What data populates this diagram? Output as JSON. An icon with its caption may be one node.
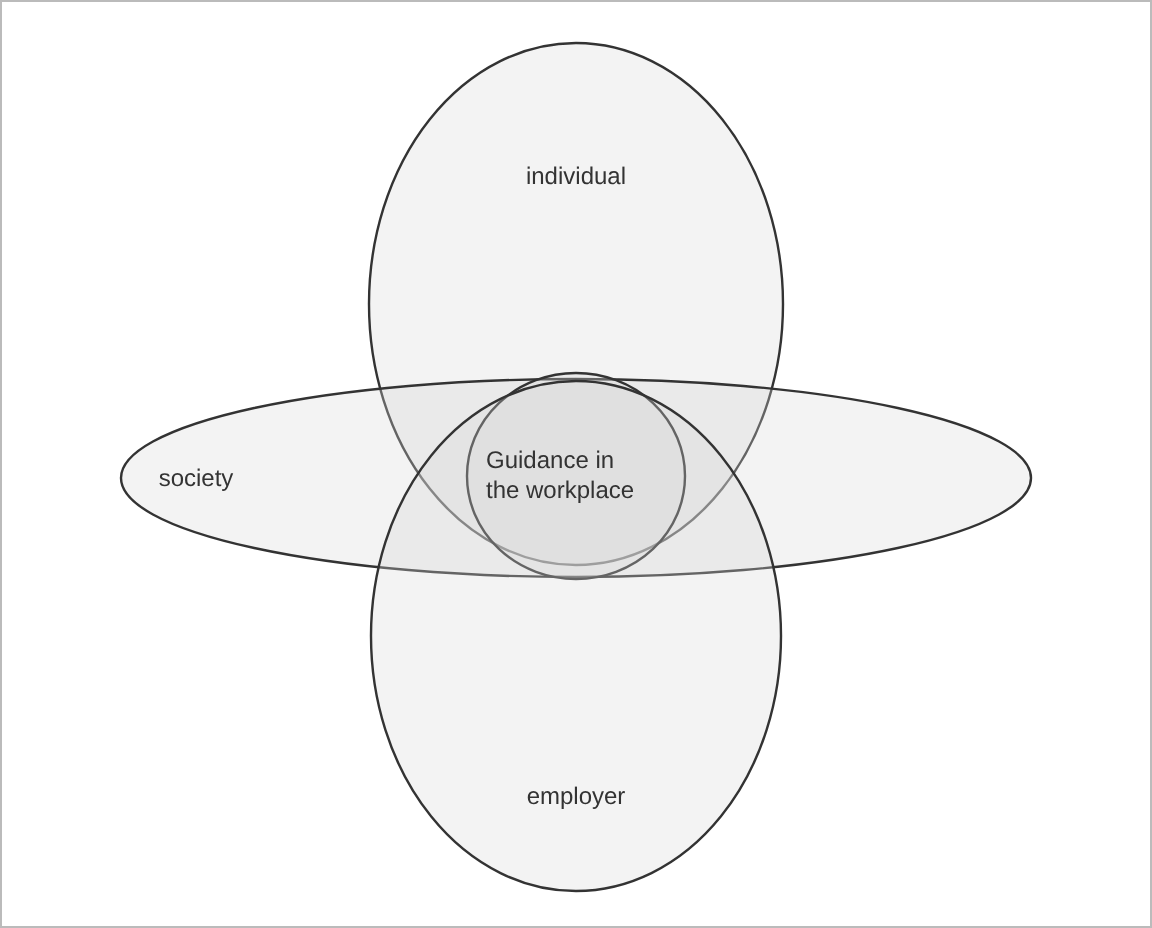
{
  "diagram": {
    "nodes": [
      {
        "text": [
          "individual"
        ]
      },
      {
        "text": [
          "society"
        ]
      },
      {
        "text": [
          "Guidance in the workplace"
        ]
      },
      {
        "text": [
          "employer"
        ]
      }
    ]
  }
}
